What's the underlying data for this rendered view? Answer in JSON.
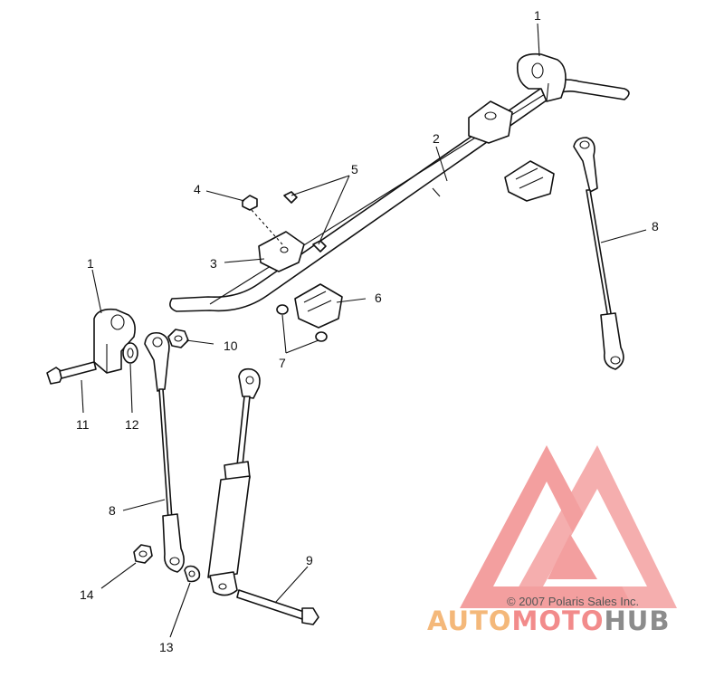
{
  "callouts": {
    "c1_top": "1",
    "c2": "2",
    "c3": "3",
    "c4": "4",
    "c5": "5",
    "c6": "6",
    "c7": "7",
    "c8_right": "8",
    "c1_left": "1",
    "c10": "10",
    "c11": "11",
    "c12": "12",
    "c8_left": "8",
    "c9": "9",
    "c14": "14",
    "c13": "13"
  },
  "copyright": "© 2007 Polaris Sales Inc.",
  "watermark": {
    "part1": "AUTO",
    "part2": "MOTO",
    "part3": "HUB",
    "colors": {
      "logo_red": "#f08080",
      "auto_orange": "#f4b87a",
      "moto_red": "#f28b8b",
      "hub_gray": "#8c8c8c"
    }
  }
}
